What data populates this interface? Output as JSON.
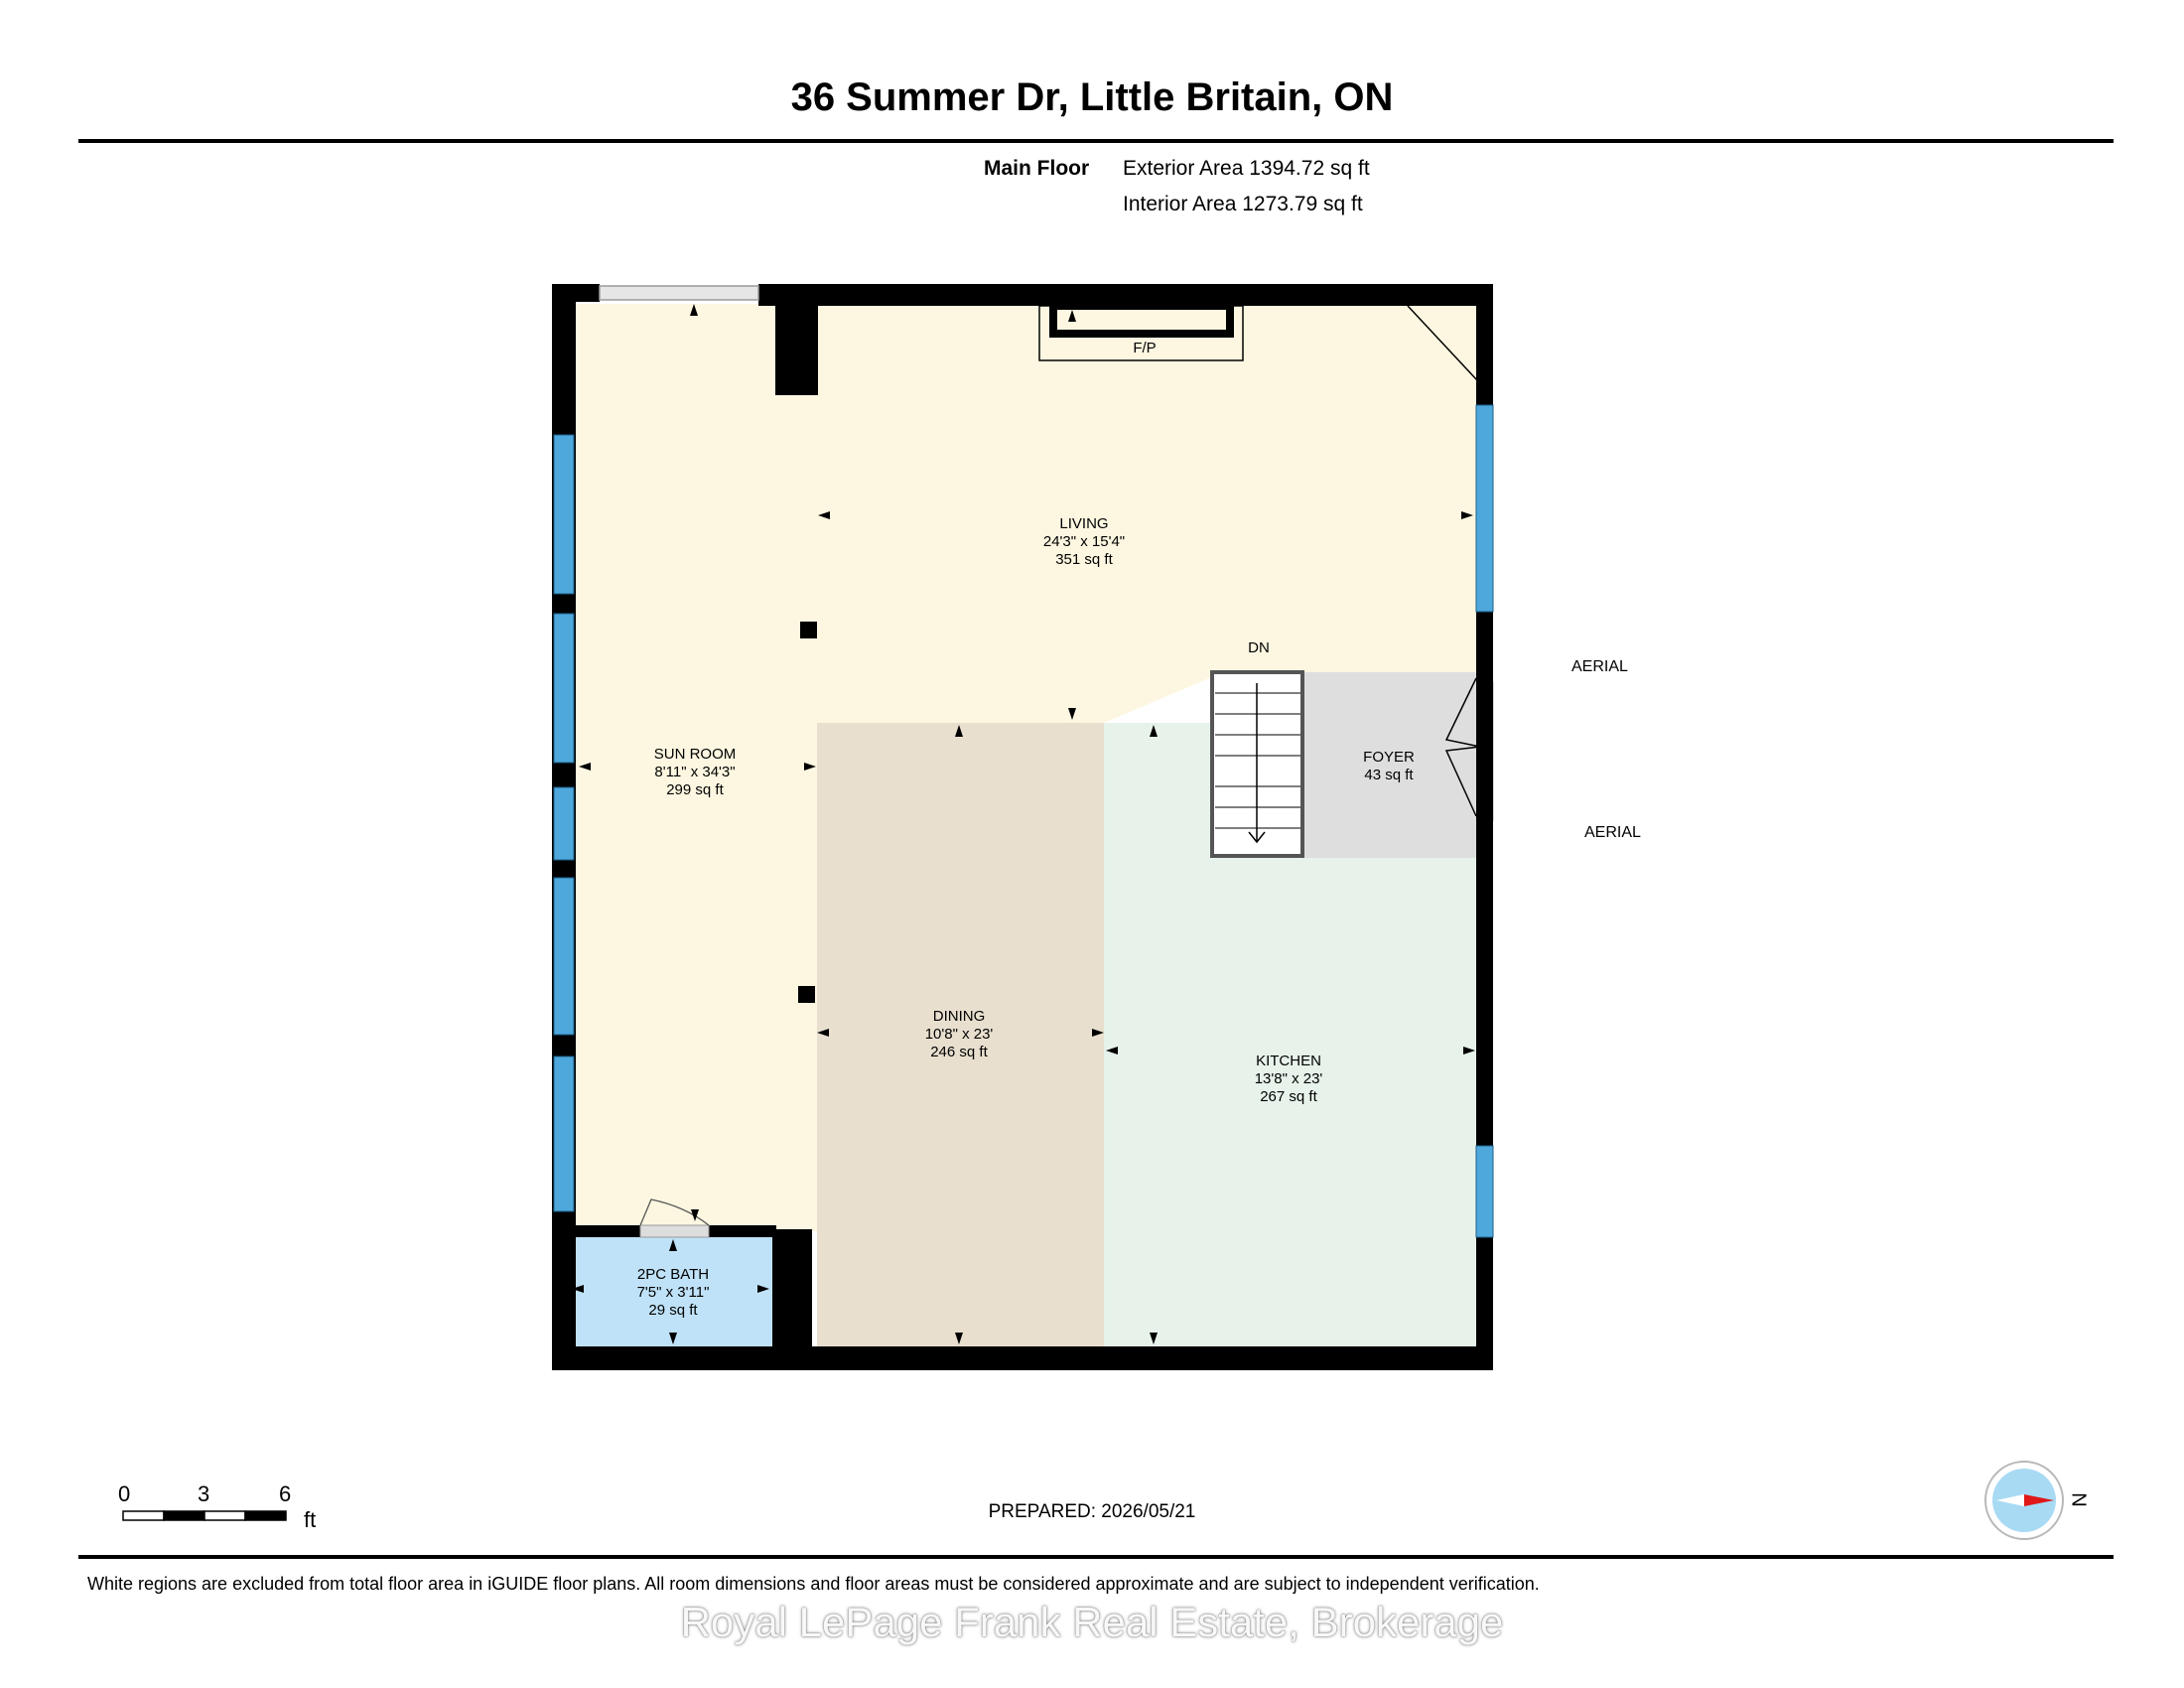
{
  "title": "36 Summer Dr, Little Britain, ON",
  "header": {
    "floor_name": "Main Floor",
    "exterior_area": "Exterior Area 1394.72 sq ft",
    "interior_area": "Interior Area 1273.79 sq ft"
  },
  "rooms": [
    {
      "name": "LIVING",
      "dims": "24'3\" x 15'4\"",
      "area": "351 sq ft",
      "color": "#fdf7e1"
    },
    {
      "name": "SUN ROOM",
      "dims": "8'11\" x 34'3\"",
      "area": "299 sq ft",
      "color": "#fdf7e1"
    },
    {
      "name": "DINING",
      "dims": "10'8\" x 23'",
      "area": "246 sq ft",
      "color": "#e8dfcf"
    },
    {
      "name": "KITCHEN",
      "dims": "13'8\" x 23'",
      "area": "267 sq ft",
      "color": "#e6f2ea"
    },
    {
      "name": "FOYER",
      "dims": "",
      "area": "43 sq ft",
      "color": "#dedede"
    },
    {
      "name": "2PC BATH",
      "dims": "7'5\" x 3'11\"",
      "area": "29 sq ft",
      "color": "#bfe2f8"
    }
  ],
  "labels": {
    "fireplace": "F/P",
    "stairs_down": "DN",
    "aerial_1": "AERIAL",
    "aerial_2": "AERIAL"
  },
  "scale": {
    "ticks": [
      "0",
      "3",
      "6"
    ],
    "unit": "ft"
  },
  "prepared": "PREPARED: 2026/05/21",
  "compass_label": "N",
  "disclaimer": "White regions are excluded from total floor area in iGUIDE floor plans. All room dimensions and floor areas must be considered approximate and are subject to independent verification.",
  "watermark": "Royal LePage Frank Real Estate, Brokerage",
  "colors": {
    "wall": "#000000",
    "window": "#4fa8dc",
    "arrow": "#000000"
  }
}
